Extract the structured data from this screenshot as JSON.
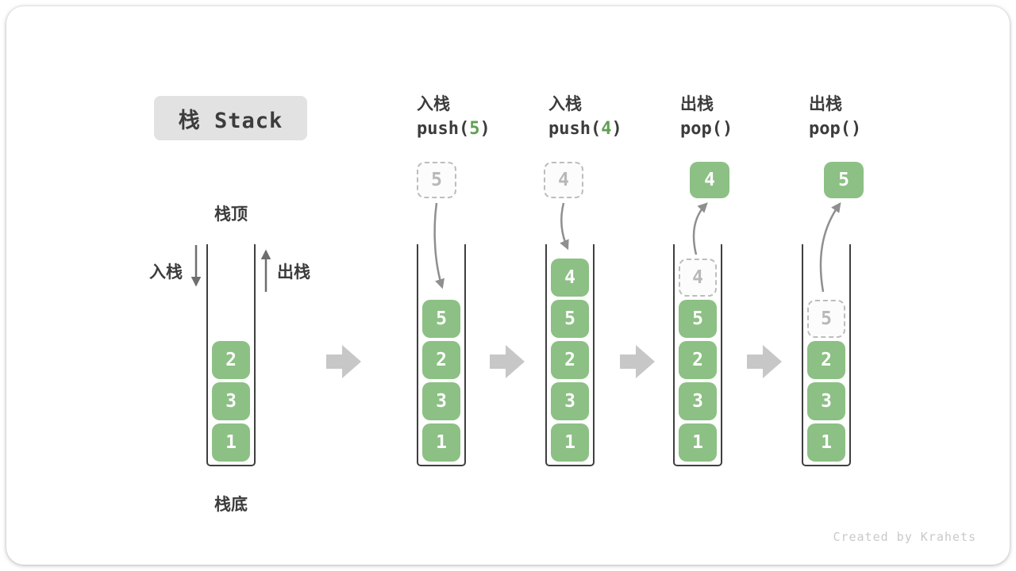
{
  "title": {
    "text": "栈 Stack"
  },
  "labels": {
    "stack_top": "栈顶",
    "stack_bottom": "栈底",
    "push_side": "入栈",
    "pop_side": "出栈"
  },
  "watermark": "Created by Krahets",
  "colors": {
    "box_green": "#8CC084",
    "code_arg_green": "#5FA052",
    "thin_arrow_gray": "#8F8F8F",
    "side_arrow_gray": "#6E6E6E",
    "chunky_arrow_gray": "#C7C7C7",
    "title_bg": "#E2E2E2",
    "text_dark": "#3C3C3C",
    "ghost_border": "#BDBDBD",
    "ghost_text": "#B8B8B8"
  },
  "columns": [
    {
      "name": "state-initial",
      "op": null,
      "floating": null,
      "stack": [
        "2",
        "3",
        "1"
      ]
    },
    {
      "name": "state-push-5",
      "op": {
        "label": "入栈",
        "code_pre": "push(",
        "arg": "5",
        "code_post": ")"
      },
      "floating": {
        "value": "5",
        "style": "dashed",
        "arrow": "down"
      },
      "stack": [
        "5",
        "2",
        "3",
        "1"
      ]
    },
    {
      "name": "state-push-4",
      "op": {
        "label": "入栈",
        "code_pre": "push(",
        "arg": "4",
        "code_post": ")"
      },
      "floating": {
        "value": "4",
        "style": "dashed",
        "arrow": "down"
      },
      "stack": [
        "4",
        "5",
        "2",
        "3",
        "1"
      ]
    },
    {
      "name": "state-pop-4",
      "op": {
        "label": "出栈",
        "code_pre": "pop(",
        "arg": "",
        "code_post": ")"
      },
      "floating": {
        "value": "4",
        "style": "solid",
        "arrow": "up"
      },
      "stack": [
        {
          "v": "4",
          "ghost": true
        },
        "5",
        "2",
        "3",
        "1"
      ]
    },
    {
      "name": "state-pop-5",
      "op": {
        "label": "出栈",
        "code_pre": "pop(",
        "arg": "",
        "code_post": ")"
      },
      "floating": {
        "value": "5",
        "style": "solid",
        "arrow": "up"
      },
      "stack": [
        {
          "v": "5",
          "ghost": true
        },
        "2",
        "3",
        "1"
      ]
    }
  ]
}
